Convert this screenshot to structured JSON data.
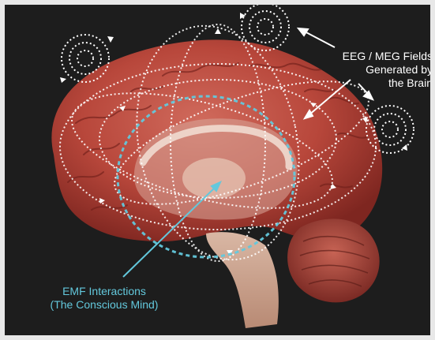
{
  "figure": {
    "colors": {
      "background": "#1d1d1d",
      "frame": "#e8e8e8",
      "brain": "#b8473b",
      "field_lines": "#ffffff",
      "consciousness_field": "#63c8dc"
    },
    "eeg_label": {
      "line1": "EEG / MEG Fields",
      "line2": "Generated by",
      "line3": "the Brain"
    },
    "emf_label": {
      "line1": "EMF Interactions",
      "line2": "(The Conscious Mind)"
    }
  }
}
